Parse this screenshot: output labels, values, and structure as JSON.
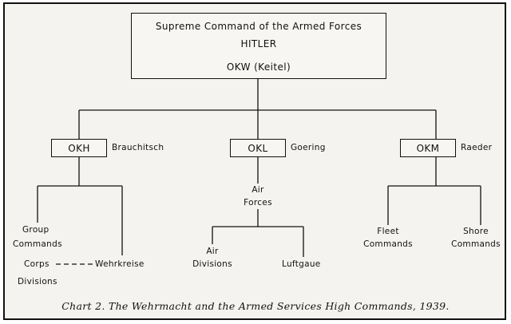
{
  "supreme": {
    "title": "Supreme Command of the Armed Forces",
    "leader": "HITLER",
    "okw": "OKW (Keitel)"
  },
  "branches": [
    {
      "abbr": "OKH",
      "head": "Brauchitsch"
    },
    {
      "abbr": "OKL",
      "head": "Goering"
    },
    {
      "abbr": "OKM",
      "head": "Raeder"
    }
  ],
  "okh": {
    "group_commands": [
      "Group",
      "Commands"
    ],
    "corps": "Corps",
    "wehrkreise": "Wehrkreise",
    "divisions": "Divisions"
  },
  "okl": {
    "air_forces": [
      "Air",
      "Forces"
    ],
    "air_divisions": [
      "Air",
      "Divisions"
    ],
    "luftgaue": "Luftgaue"
  },
  "okm": {
    "fleet_commands": [
      "Fleet",
      "Commands"
    ],
    "shore_commands": [
      "Shore",
      "Commands"
    ]
  },
  "caption": "Chart 2.  The Wehrmacht and the Armed Services High Commands, 1939."
}
